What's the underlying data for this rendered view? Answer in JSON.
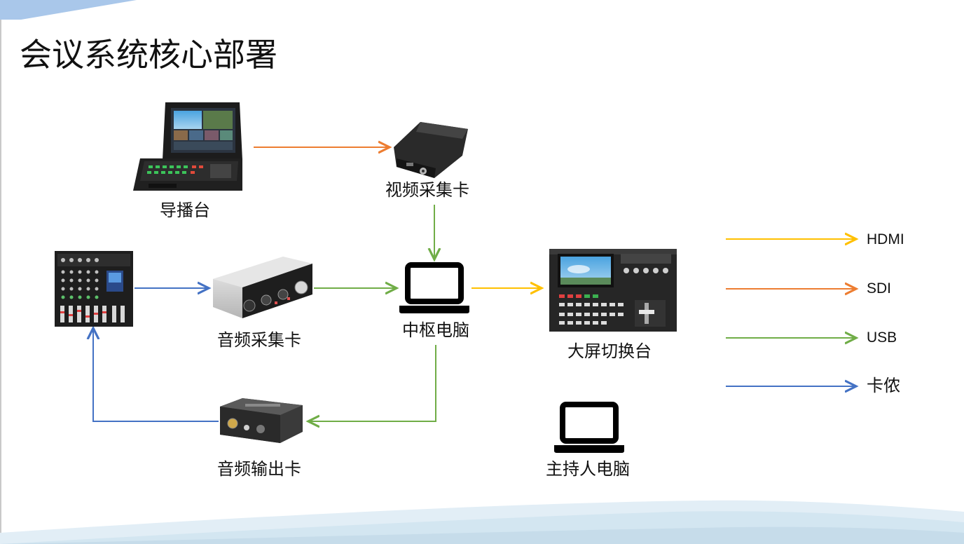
{
  "title": "会议系统核心部署",
  "devices": {
    "director": "导播台",
    "video_capture": "视频采集卡",
    "audio_capture": "音频采集卡",
    "central_pc": "中枢电脑",
    "screen_switcher": "大屏切换台",
    "audio_output": "音频输出卡",
    "host_pc": "主持人电脑"
  },
  "legend": [
    {
      "label": "HDMI",
      "color": "#ffc000"
    },
    {
      "label": "SDI",
      "color": "#ed7d31"
    },
    {
      "label": "USB",
      "color": "#70ad47"
    },
    {
      "label": "卡侬",
      "color": "#4472c4"
    }
  ],
  "icons": [
    "laptop-icon",
    "mixer-icon",
    "capture-card-icon",
    "switcher-icon"
  ]
}
